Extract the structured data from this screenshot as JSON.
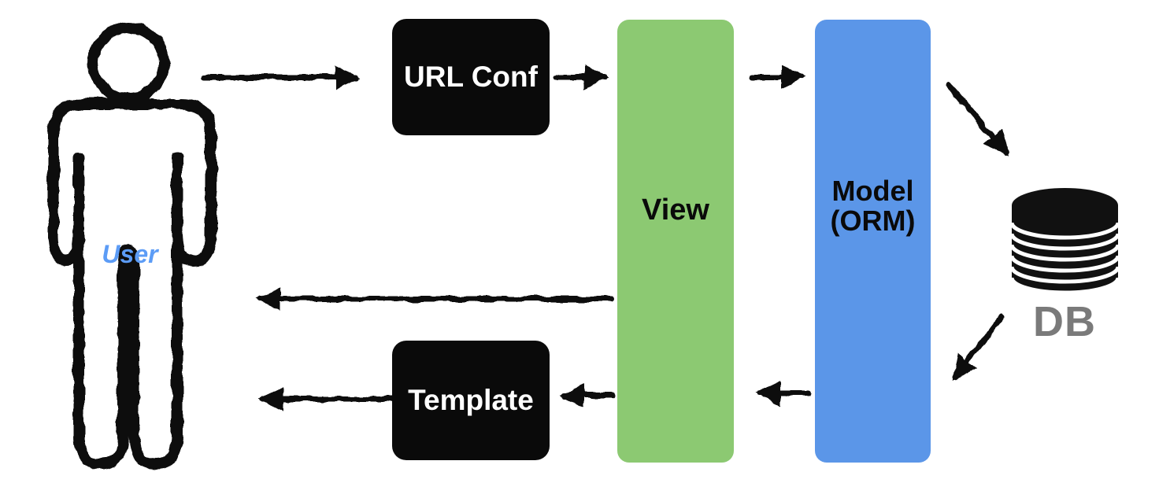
{
  "nodes": {
    "user": {
      "label": "User"
    },
    "url_conf": {
      "label": "URL Conf"
    },
    "view": {
      "label": "View"
    },
    "model": {
      "label_line1": "Model",
      "label_line2": "(ORM)"
    },
    "template": {
      "label": "Template"
    },
    "db": {
      "label": "DB"
    }
  },
  "colors": {
    "view_bg": "#8cc972",
    "model_bg": "#5b96e8",
    "box_bg": "#0a0a0a",
    "box_text": "#ffffff",
    "user_label": "#5c9cf6",
    "db_label": "#7a7a7a",
    "ink": "#111111",
    "canvas_bg": "#ffffff"
  },
  "connections": [
    {
      "from": "User",
      "to": "URL Conf"
    },
    {
      "from": "URL Conf",
      "to": "View"
    },
    {
      "from": "View",
      "to": "Model (ORM)"
    },
    {
      "from": "Model (ORM)",
      "to": "DB"
    },
    {
      "from": "DB",
      "to": "Model (ORM)"
    },
    {
      "from": "Model (ORM)",
      "to": "View"
    },
    {
      "from": "View",
      "to": "Template"
    },
    {
      "from": "Template",
      "to": "User"
    },
    {
      "from": "View",
      "to": "User"
    }
  ]
}
